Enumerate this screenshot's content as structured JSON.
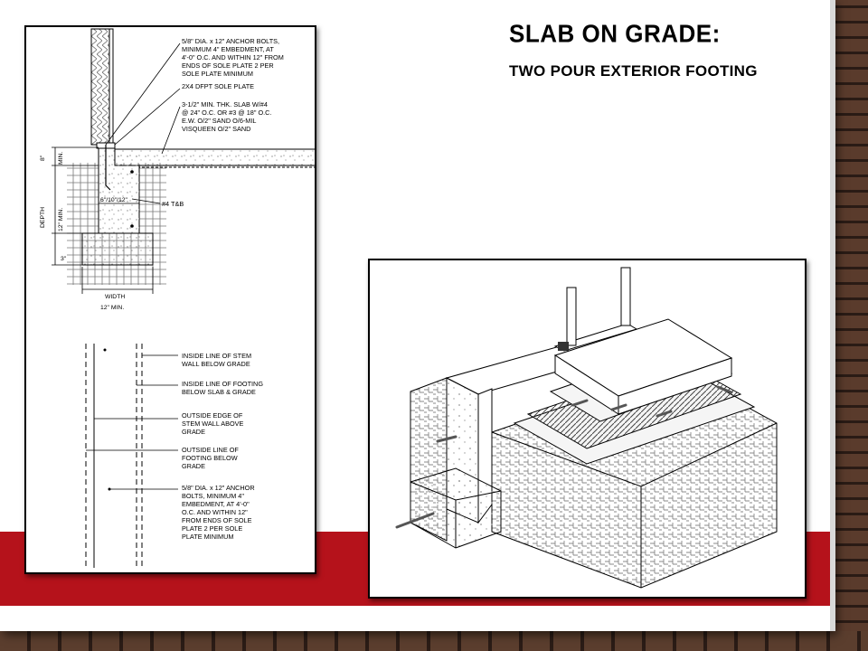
{
  "slide": {
    "title": "SLAB ON GRADE:",
    "subtitle": "TWO POUR EXTERIOR FOOTING"
  },
  "section_detail": {
    "callouts": [
      "5/8\" DIA. x 12\" ANCHOR BOLTS,",
      "MINIMUM 4\" EMBEDMENT, AT",
      "4'-0\" O.C. AND WITHIN 12\" FROM",
      "ENDS OF SOLE PLATE 2 PER",
      "SOLE PLATE MINIMUM",
      "2X4 DFPT SOLE PLATE",
      "3-1/2\" MIN. THK. SLAB W/#4",
      "@ 24\" O.C. OR #3 @ 18\" O.C.",
      "E.W. O/2\" SAND O/6-MIL",
      "VISQUEEN O/2\" SAND"
    ],
    "rebar_label": "#4 T&B",
    "dim_8": "8\"",
    "dim_min": "MIN.",
    "dim_depth": "DEPTH",
    "dim_12min": "12\" MIN.",
    "dim_3": "3\"",
    "dim_stem": "6\"/10\"/12\"",
    "dim_width": "WIDTH",
    "dim_width_min": "12\" MIN."
  },
  "plan_legend": {
    "items": [
      [
        "INSIDE LINE OF STEM",
        "WALL BELOW GRADE"
      ],
      [
        "INSIDE LINE OF FOOTING",
        "BELOW SLAB & GRADE"
      ],
      [
        "OUTSIDE EDGE OF",
        "STEM WALL ABOVE",
        "GRADE"
      ],
      [
        "OUTSIDE LINE OF",
        "FOOTING BELOW",
        "GRADE"
      ],
      [
        "5/8\" DIA. x 12\" ANCHOR",
        "BOLTS, MINIMUM 4\"",
        "EMBEDMENT, AT 4'-0\"",
        "O.C. AND WITHIN 12\"",
        "FROM ENDS OF SOLE",
        "PLATE 2 PER SOLE",
        "PLATE MINIMUM"
      ]
    ]
  },
  "colors": {
    "accent_red": "#b5121b",
    "brick": "#4a3026"
  }
}
